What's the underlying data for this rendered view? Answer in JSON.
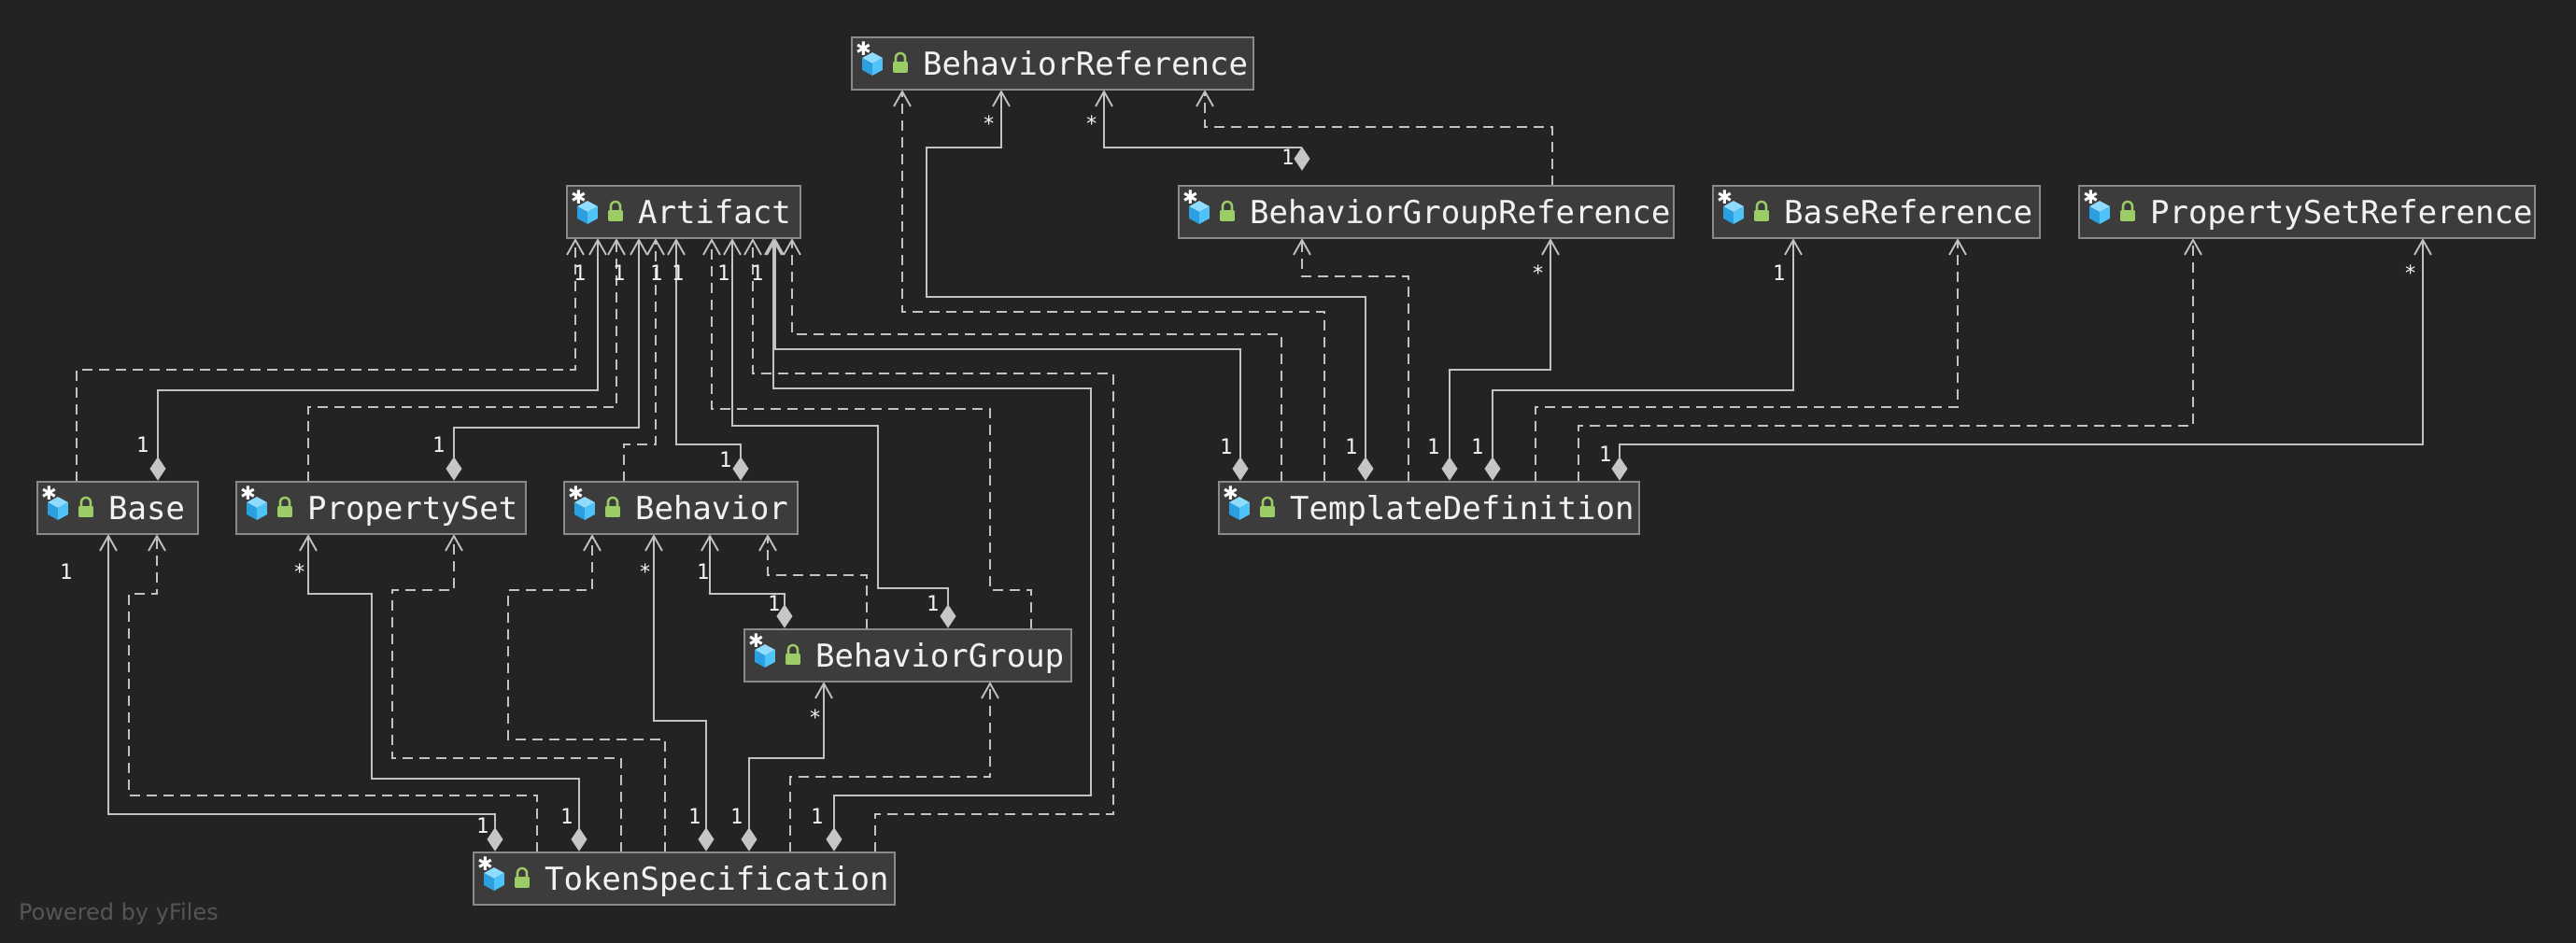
{
  "diagram": {
    "nodes": [
      {
        "id": "behavior-reference",
        "label": "BehaviorReference"
      },
      {
        "id": "artifact",
        "label": "Artifact"
      },
      {
        "id": "behavior-group-reference",
        "label": "BehaviorGroupReference"
      },
      {
        "id": "base-reference",
        "label": "BaseReference"
      },
      {
        "id": "property-set-reference",
        "label": "PropertySetReference"
      },
      {
        "id": "base",
        "label": "Base"
      },
      {
        "id": "property-set",
        "label": "PropertySet"
      },
      {
        "id": "behavior",
        "label": "Behavior"
      },
      {
        "id": "template-definition",
        "label": "TemplateDefinition"
      },
      {
        "id": "behavior-group",
        "label": "BehaviorGroup"
      },
      {
        "id": "token-specification",
        "label": "TokenSpecification"
      }
    ],
    "node_icons": [
      "cube-icon",
      "lock-icon"
    ],
    "multiplicities": {
      "one": "1",
      "many": "*"
    },
    "colors": {
      "background": "#232323",
      "node_fill": "#3c3c3c",
      "node_border": "#8a8a8a",
      "edge": "#c2c2c2",
      "cube_icon": "#4fc3f7",
      "lock_icon": "#9ccc65"
    }
  },
  "watermark": "Powered by yFiles"
}
